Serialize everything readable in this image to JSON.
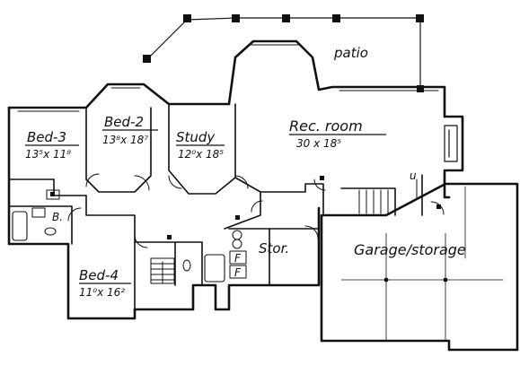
{
  "plan": {
    "rooms": {
      "bed3": {
        "name": "Bed-3",
        "size": "13⁵x 11⁸"
      },
      "bed2": {
        "name": "Bed-2",
        "size": "13⁸x 18⁷"
      },
      "study": {
        "name": "Study",
        "size": "12⁰x 18⁵"
      },
      "rec": {
        "name": "Rec. room",
        "size": "30 x 18⁵"
      },
      "bed4": {
        "name": "Bed-4",
        "size": "11⁰x 16²"
      },
      "bath": {
        "name": "B."
      },
      "stor": {
        "name": "Stor."
      },
      "garage": {
        "name": "Garage/storage"
      },
      "patio": {
        "name": "patio"
      }
    },
    "symbols": {
      "appliance_f1": "F",
      "appliance_f2": "F",
      "stair_up": "u"
    },
    "colors": {
      "ink": "#111111",
      "paper": "#ffffff"
    }
  }
}
